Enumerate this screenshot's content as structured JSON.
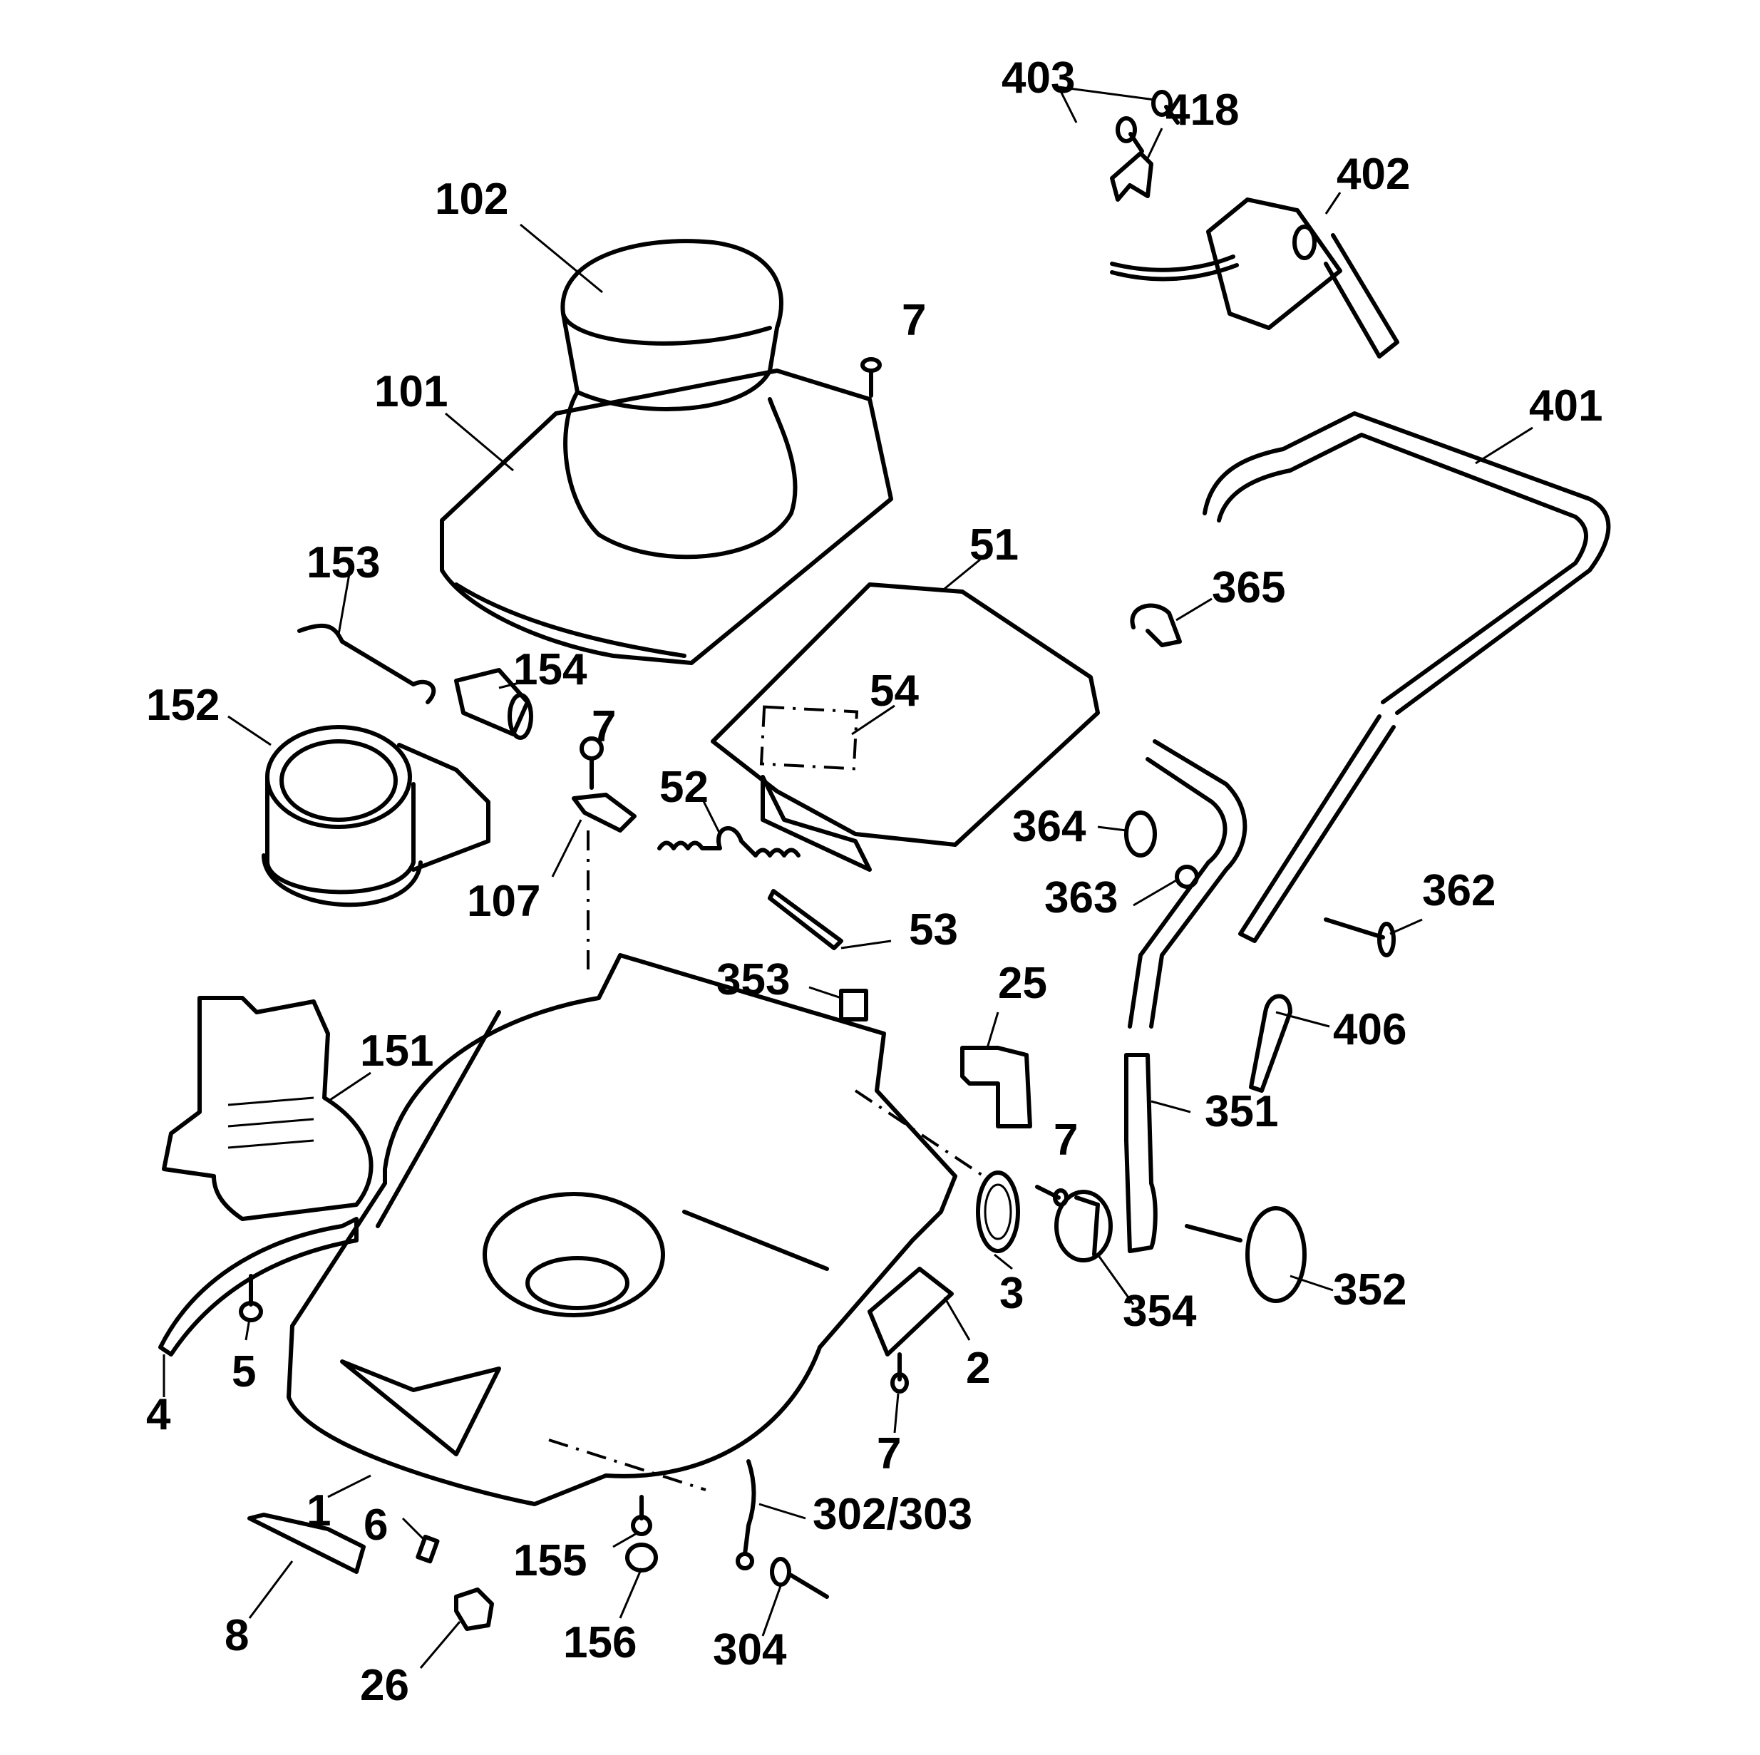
{
  "title": "Lawn mower exploded parts diagram",
  "parts": [
    {
      "id": "p102",
      "label": "102"
    },
    {
      "id": "p101",
      "label": "101"
    },
    {
      "id": "p7a",
      "label": "7"
    },
    {
      "id": "p403",
      "label": "403"
    },
    {
      "id": "p418",
      "label": "418"
    },
    {
      "id": "p402",
      "label": "402"
    },
    {
      "id": "p401",
      "label": "401"
    },
    {
      "id": "p153",
      "label": "153"
    },
    {
      "id": "p154",
      "label": "154"
    },
    {
      "id": "p152",
      "label": "152"
    },
    {
      "id": "p51",
      "label": "51"
    },
    {
      "id": "p54",
      "label": "54"
    },
    {
      "id": "p52",
      "label": "52"
    },
    {
      "id": "p7b",
      "label": "7"
    },
    {
      "id": "p107",
      "label": "107"
    },
    {
      "id": "p365",
      "label": "365"
    },
    {
      "id": "p364",
      "label": "364"
    },
    {
      "id": "p363",
      "label": "363"
    },
    {
      "id": "p362",
      "label": "362"
    },
    {
      "id": "p53",
      "label": "53"
    },
    {
      "id": "p353",
      "label": "353"
    },
    {
      "id": "p25",
      "label": "25"
    },
    {
      "id": "p406",
      "label": "406"
    },
    {
      "id": "p151",
      "label": "151"
    },
    {
      "id": "p351",
      "label": "351"
    },
    {
      "id": "p7c",
      "label": "7"
    },
    {
      "id": "p3",
      "label": "3"
    },
    {
      "id": "p354",
      "label": "354"
    },
    {
      "id": "p352",
      "label": "352"
    },
    {
      "id": "p4",
      "label": "4"
    },
    {
      "id": "p5",
      "label": "5"
    },
    {
      "id": "p2",
      "label": "2"
    },
    {
      "id": "p7d",
      "label": "7"
    },
    {
      "id": "p1",
      "label": "1"
    },
    {
      "id": "p6",
      "label": "6"
    },
    {
      "id": "p302",
      "label": "302/303"
    },
    {
      "id": "p155",
      "label": "155"
    },
    {
      "id": "p8",
      "label": "8"
    },
    {
      "id": "p156",
      "label": "156"
    },
    {
      "id": "p26",
      "label": "26"
    },
    {
      "id": "p304",
      "label": "304"
    }
  ]
}
